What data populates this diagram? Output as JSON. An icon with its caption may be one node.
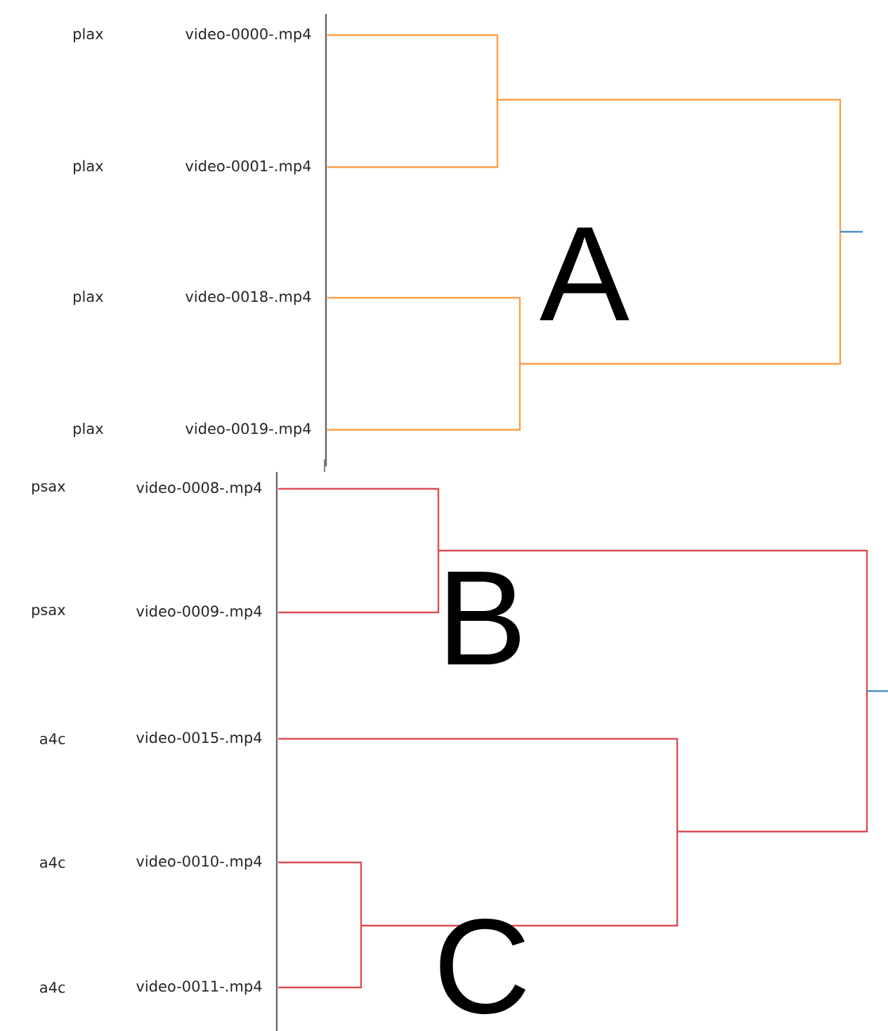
{
  "diagram": {
    "labels": [
      "plax",
      "video-0000-.mp4",
      "plax",
      "video-0001-.mp4",
      "A",
      "plax",
      "video-0018-.mp4",
      "plax",
      "video-0019-.mp4",
      "psax",
      "video-0008-.mp4",
      "B",
      "psax",
      "video-0009-.mp4",
      "a4c",
      "video-0015-.mp4",
      "a4c",
      "video-0010-.mp4",
      "a4c",
      "video-0011-.mp4",
      "C"
    ]
  }
}
